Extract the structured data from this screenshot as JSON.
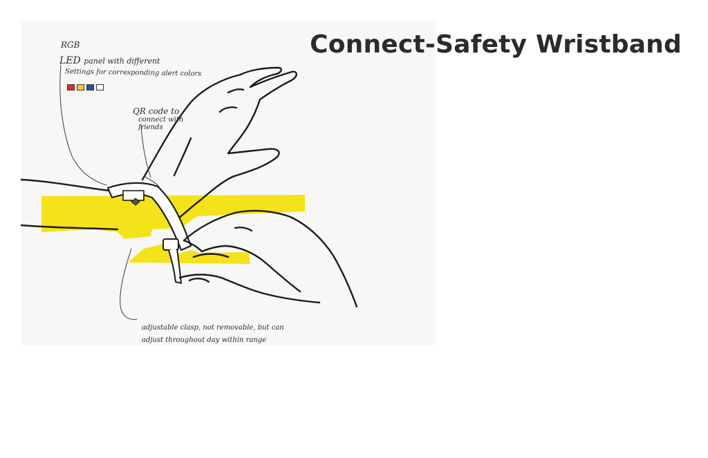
{
  "title": "Connect-Safety Wristband",
  "annotations": {
    "rgb": "RGB",
    "led": "LED",
    "led_rest": "panel with different",
    "settings": "Settings for corresponding alert colors",
    "qr_line1": "QR code to",
    "qr_line2": "connect with",
    "qr_line3": "friends",
    "clasp_line1": "adjustable clasp, not removable, but can",
    "clasp_line2": "adjust throughout day within range"
  },
  "alert_colors": [
    "#e8262b",
    "#f3d21d",
    "#2f4fa8",
    "#ffffff"
  ],
  "colors": {
    "highlight": "#f4e21a",
    "ink": "#1c1c1c",
    "paper": "#f7f7f5",
    "title": "#2b2b2b"
  }
}
